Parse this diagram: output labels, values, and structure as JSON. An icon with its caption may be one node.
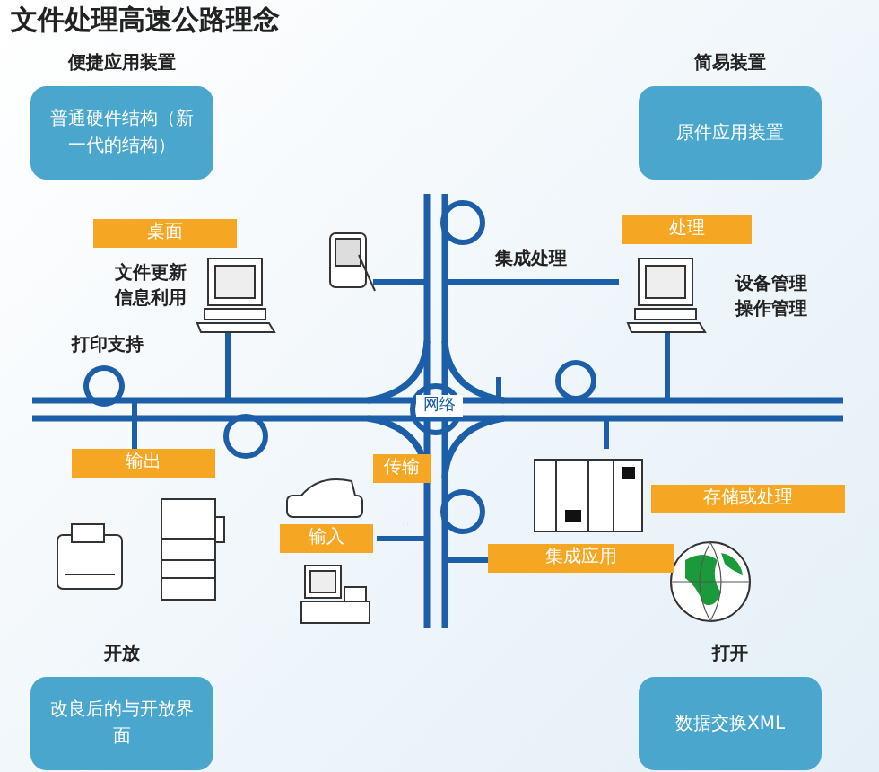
{
  "diagram": {
    "title": "文件处理高速公路理念",
    "nodes": [
      {
        "text": [
          "便捷应用装置",
          "普通硬件结构（新一代的结构）"
        ]
      },
      {
        "text": [
          "简易装置",
          "原件应用装置"
        ]
      },
      {
        "text": [
          "开放",
          "改良后的与开放界面"
        ]
      },
      {
        "text": [
          "打开",
          "数据交换XML"
        ]
      },
      {
        "text": [
          "桌面"
        ]
      },
      {
        "text": [
          "处理"
        ]
      },
      {
        "text": [
          "输出"
        ]
      },
      {
        "text": [
          "传输"
        ]
      },
      {
        "text": [
          "输入"
        ]
      },
      {
        "text": [
          "存储或处理"
        ]
      },
      {
        "text": [
          "集成应用"
        ]
      }
    ],
    "labels": [
      "文件更新信息利用",
      "打印支持",
      "集成处理",
      "设备管理操作管理",
      "网络"
    ]
  }
}
